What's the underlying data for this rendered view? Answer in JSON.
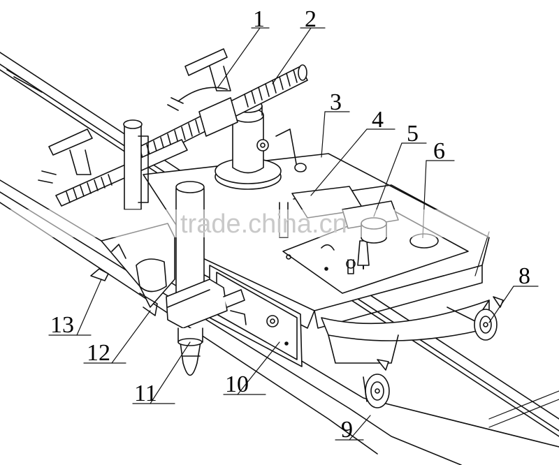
{
  "watermark": "trade.china.cn",
  "labels": [
    "1",
    "2",
    "3",
    "4",
    "5",
    "6",
    "8",
    "9",
    "10",
    "11",
    "12",
    "13"
  ],
  "colors": {
    "line": "#111111",
    "paper": "#ffffff",
    "watermark": "#c9c9c9"
  }
}
